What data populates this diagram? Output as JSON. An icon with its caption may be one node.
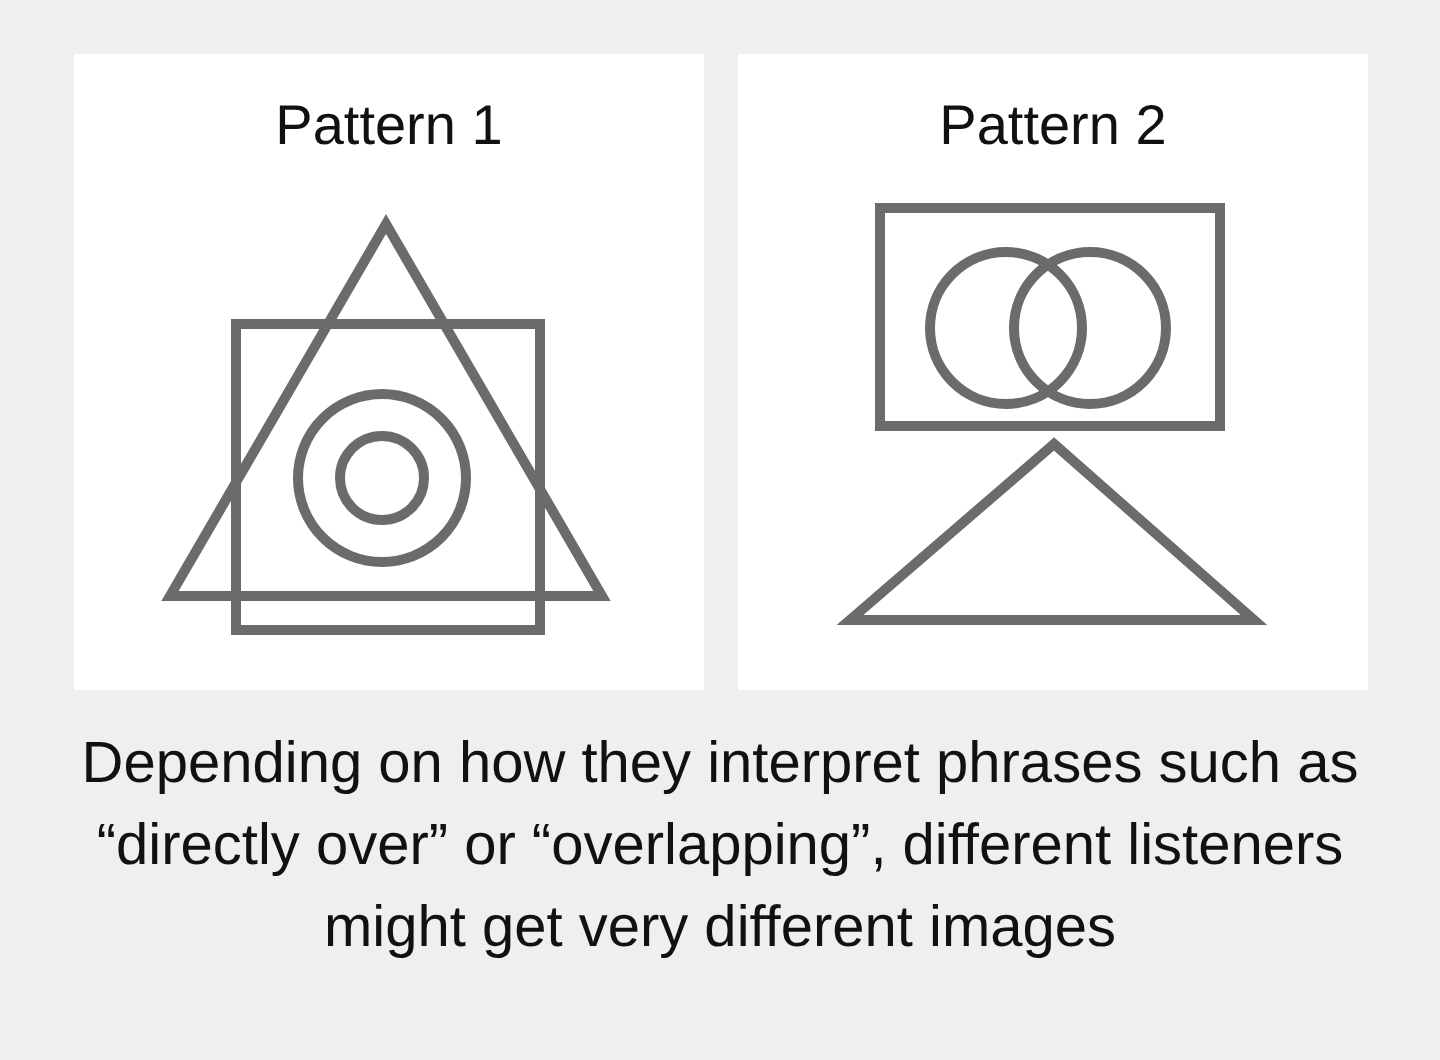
{
  "diagram": {
    "nodes": [
      {
        "text": [
          "Pattern 1"
        ]
      },
      {
        "text": [
          "Pattern 2"
        ]
      }
    ],
    "caption": "Depending on how they interpret phrases such as “directly over” or “overlapping”, different listeners might get very different images"
  }
}
